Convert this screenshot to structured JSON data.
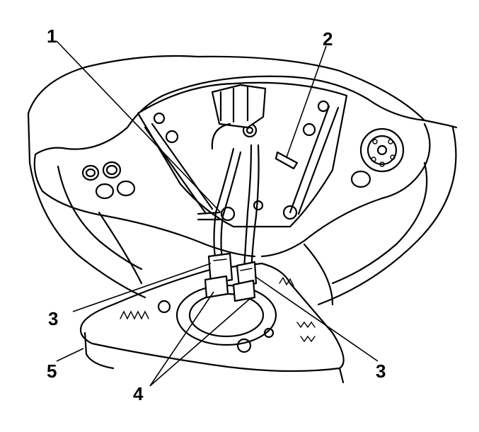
{
  "callouts": {
    "c1": "1",
    "c2": "2",
    "c3_left": "3",
    "c3_right": "3",
    "c4": "4",
    "c5": "5"
  }
}
